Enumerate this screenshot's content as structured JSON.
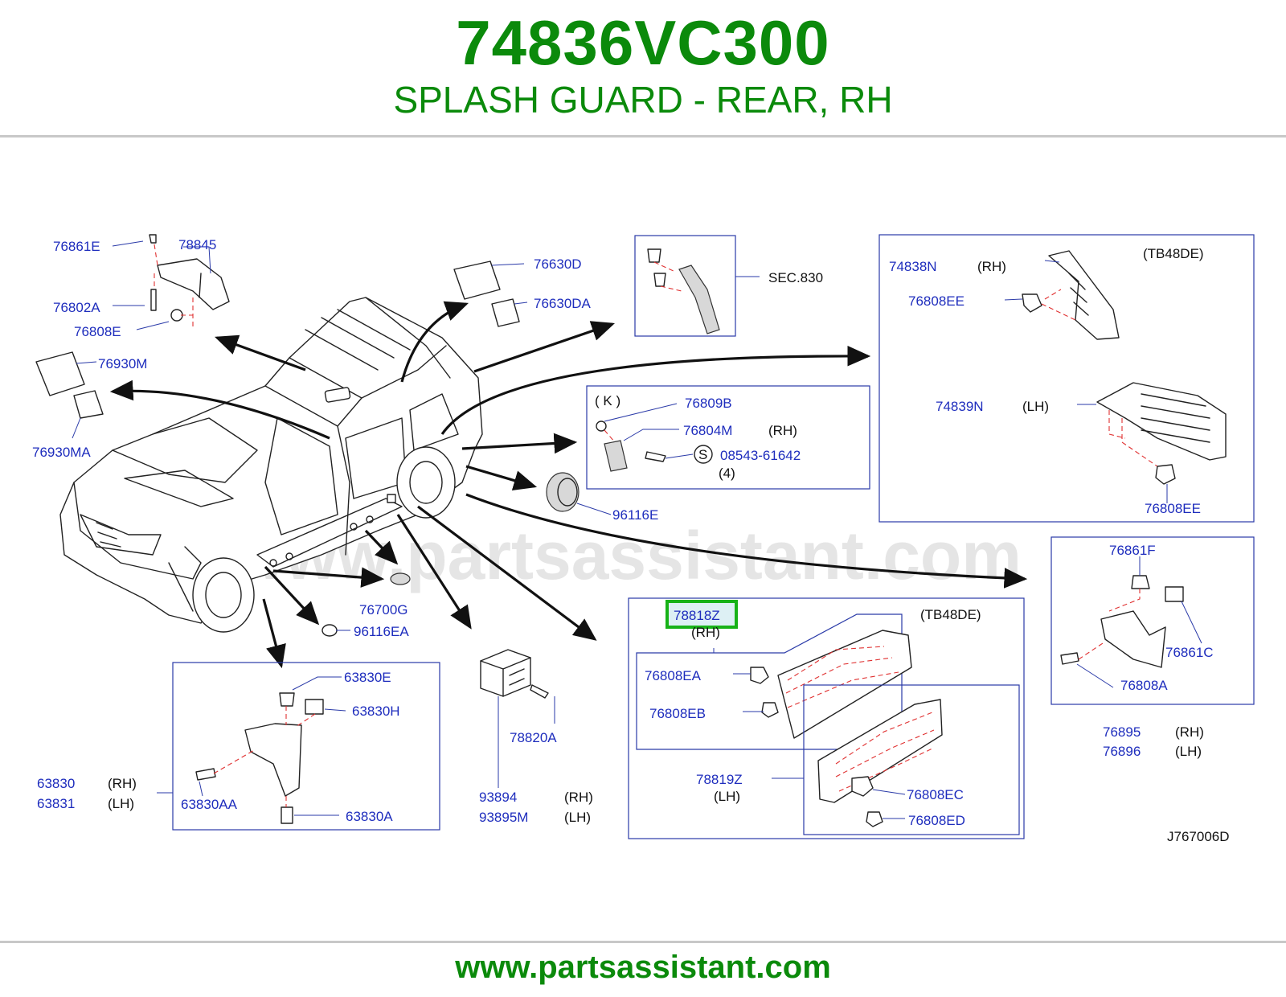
{
  "header": {
    "part_number": "74836VC300",
    "description": "SPLASH GUARD - REAR, RH"
  },
  "watermark": "www.partsassistant.com",
  "footer": {
    "url": "www.partsassistant.com"
  },
  "diagram_code": "J767006D",
  "labels": {
    "p76861E": "76861E",
    "p78845": "78845",
    "p76802A": "76802A",
    "p76808E": "76808E",
    "p76930M": "76930M",
    "p76930MA": "76930MA",
    "p76630D": "76630D",
    "p76630DA": "76630DA",
    "sec830": "SEC.830",
    "p74838N": "74838N",
    "rh": "(RH)",
    "lh": "(LH)",
    "tb48de": "(TB48DE)",
    "p76808EE": "76808EE",
    "p74839N": "74839N",
    "k": "( K )",
    "p76809B": "76809B",
    "p76804M": "76804M",
    "s": "S",
    "p08543": "08543-61642",
    "qty4": "(4)",
    "p96116E": "96116E",
    "p76861F": "76861F",
    "p76861C": "76861C",
    "p76808A": "76808A",
    "p76895": "76895",
    "p76896": "76896",
    "p78818Z": "78818Z",
    "p76808EA": "76808EA",
    "p76808EB": "76808EB",
    "p78819Z": "78819Z",
    "p76808EC": "76808EC",
    "p76808ED": "76808ED",
    "p76700G": "76700G",
    "p96116EA": "96116EA",
    "p63830E": "63830E",
    "p63830H": "63830H",
    "p63830": "63830",
    "p63831": "63831",
    "p63830AA": "63830AA",
    "p63830A": "63830A",
    "p78820A": "78820A",
    "p93894": "93894",
    "p93895M": "93895M"
  },
  "colors": {
    "brand_green": "#0b8a0b",
    "label_blue": "#1e2dbd",
    "highlight_green": "#17b217",
    "dashed_red": "#e03030"
  }
}
